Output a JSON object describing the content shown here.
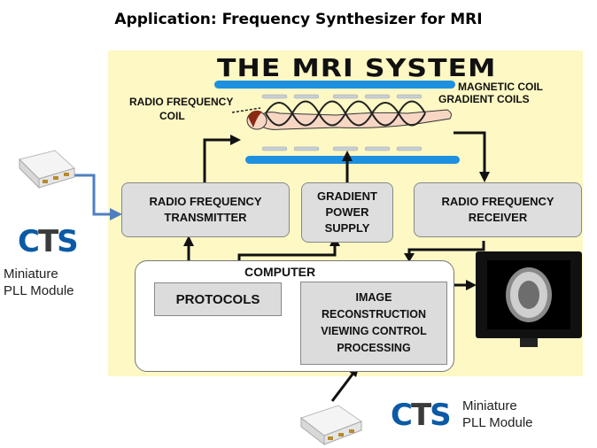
{
  "slide": {
    "title": "Application: Frequency Synthesizer for MRI"
  },
  "diagram": {
    "heading": "THE MRI SYSTEM",
    "labels": {
      "magnetic_coil": "MAGNETIC COIL",
      "gradient_coils": "GRADIENT COILS",
      "rf_coil_line1": "RADIO FREQUENCY",
      "rf_coil_line2": "COIL"
    },
    "blocks": {
      "rf_transmitter_line1": "RADIO FREQUENCY",
      "rf_transmitter_line2": "TRANSMITTER",
      "gradient_line1": "GRADIENT",
      "gradient_line2": "POWER",
      "gradient_line3": "SUPPLY",
      "rf_receiver_line1": "RADIO FREQUENCY",
      "rf_receiver_line2": "RECEIVER",
      "computer": "COMPUTER",
      "protocols": "PROTOCOLS",
      "image_line1": "IMAGE",
      "image_line2": "RECONSTRUCTION",
      "image_line3": "VIEWING CONTROL",
      "image_line4": "PROCESSING"
    },
    "colors": {
      "panel_bg": "#fdf8c4",
      "coil_blue": "#1e90e0",
      "arrow_blue": "#4f7fc0",
      "cts_blue": "#0a5aa6"
    }
  },
  "modules": [
    {
      "brand_c": "C",
      "brand_t": "T",
      "brand_s": "S",
      "line1": "Miniature",
      "line2": "PLL Module"
    },
    {
      "brand_c": "C",
      "brand_t": "T",
      "brand_s": "S",
      "line1": "Miniature",
      "line2": "PLL Module"
    }
  ]
}
